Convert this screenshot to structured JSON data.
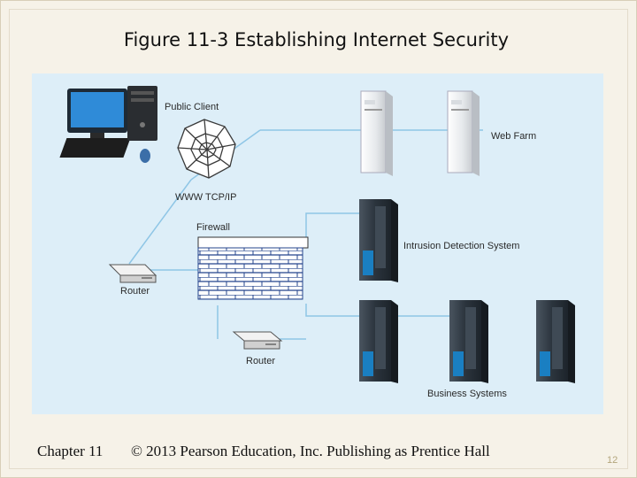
{
  "slide": {
    "title": "Figure 11-3 Establishing Internet Security",
    "footer_chapter": "Chapter 11",
    "footer_copyright": "© 2013 Pearson Education, Inc. Publishing as Prentice Hall",
    "page_number": "12"
  },
  "diagram": {
    "labels": {
      "public_client": "Public Client",
      "www": "WWW TCP/IP",
      "firewall": "Firewall",
      "router_1": "Router",
      "router_2": "Router",
      "web_farm": "Web Farm",
      "ids": "Intrusion Detection System",
      "business": "Business Systems"
    },
    "colors": {
      "background": "#ddeef8",
      "lines": "#8fc6e6",
      "firewall_bricks": "#24448c",
      "server_dark": "#2f3a45",
      "server_accent": "#1a7fc2"
    }
  }
}
